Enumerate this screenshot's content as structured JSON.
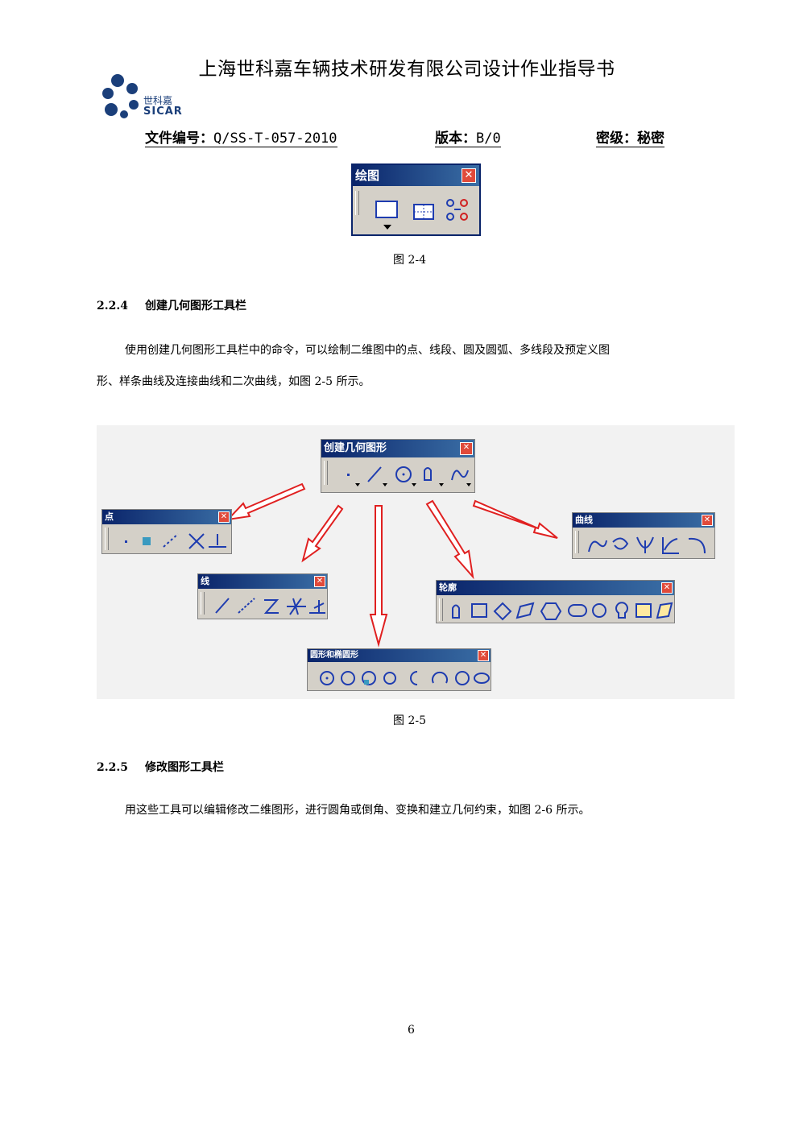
{
  "header": {
    "title": "上海世科嘉车辆技术研发有限公司设计作业指导书",
    "logo_cn": "世科嘉",
    "logo_en": "SICAR",
    "doc_no_label": "文件编号：",
    "doc_no": "Q/SS-T-057-2010",
    "version_label": "版本：",
    "version": "B/0",
    "secrecy_label": "密级：",
    "secrecy": "秘密"
  },
  "fig24": {
    "toolbar_title": "绘图",
    "caption": "图 2-4"
  },
  "section224": {
    "number": "2.2.4",
    "title": "创建几何图形工具栏",
    "para_line1": "使用创建几何图形工具栏中的命令，可以绘制二维图中的点、线段、圆及圆弧、多线段及预定义图",
    "para_line2": "形、样条曲线及连接曲线和二次曲线，如图 2-5 所示。"
  },
  "fig25": {
    "main_title": "创建几何图形",
    "point_title": "点",
    "line_title": "线",
    "circle_title": "圆形和椭圆形",
    "profile_title": "轮廓",
    "curve_title": "曲线",
    "caption": "图 2-5"
  },
  "section225": {
    "number": "2.2.5",
    "title": "修改图形工具栏",
    "para": "用这些工具可以编辑修改二维图形，进行圆角或倒角、变换和建立几何约束，如图 2-6 所示。"
  },
  "footer": {
    "page_number": "6"
  },
  "colors": {
    "title_bar": "#0a246a",
    "arrow": "#e02020",
    "icon": "#1e3cb0"
  }
}
